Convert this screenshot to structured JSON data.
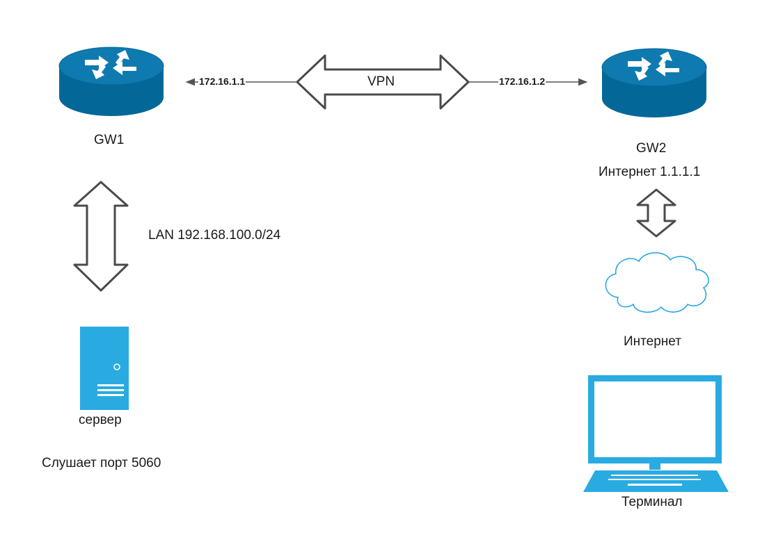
{
  "vpn": {
    "label": "VPN",
    "left_ip": "172.16.1.1",
    "right_ip": "172.16.1.2"
  },
  "gw1": {
    "name": "GW1",
    "icon": "router-icon"
  },
  "gw2": {
    "name": "GW2",
    "icon": "router-icon",
    "internet_label": "Интернет 1.1.1.1"
  },
  "lan": {
    "label": "LAN 192.168.100.0/24"
  },
  "server": {
    "name": "сервер",
    "note": "Слушает порт 5060",
    "icon": "server-icon"
  },
  "cloud": {
    "label": "Интернет",
    "icon": "cloud-icon"
  },
  "terminal": {
    "label": "Терминал",
    "icon": "laptop-icon"
  },
  "colors": {
    "router": "#036897",
    "router_top": "#0f7ab0",
    "device": "#29abe2",
    "arrow_stroke": "#4a4a4a",
    "line": "#555555"
  }
}
